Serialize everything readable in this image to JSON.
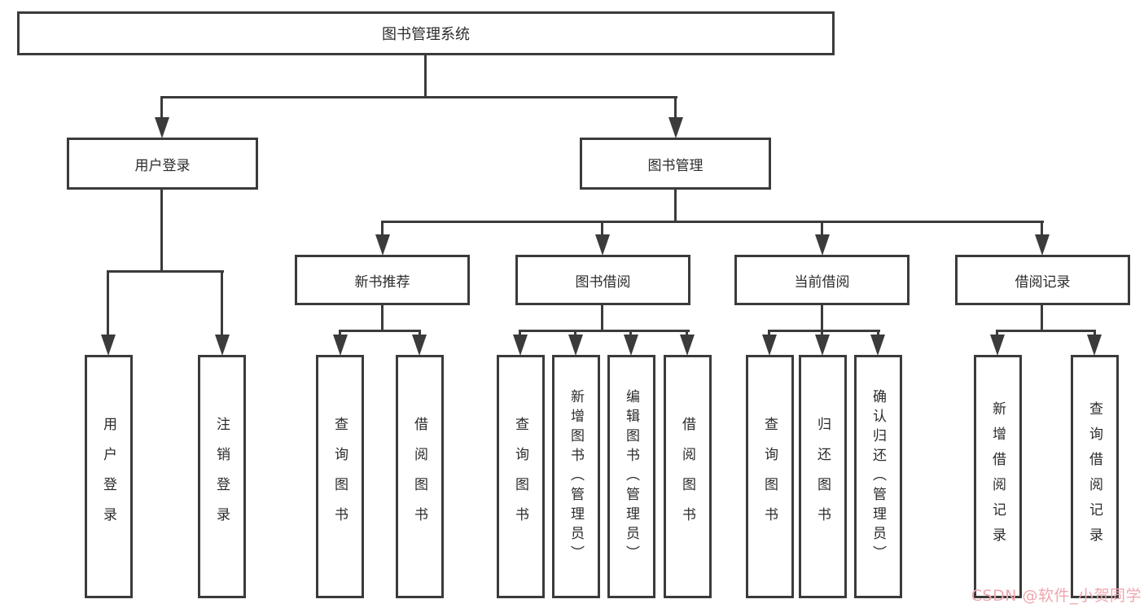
{
  "title": "图书管理系统",
  "watermark": "CSDN @软件_小贺同学",
  "colors": {
    "line": "#3b3b3b",
    "box_border": "#3b3b3b",
    "text": "#2b2b2b",
    "background": "#ffffff",
    "watermark": "#f0a6ad"
  },
  "tree": {
    "root": {
      "label": "图书管理系统",
      "children": [
        {
          "label": "用户登录",
          "children": [
            {
              "label": "用户登录"
            },
            {
              "label": "注销登录"
            }
          ]
        },
        {
          "label": "图书管理",
          "children": [
            {
              "label": "新书推荐",
              "children": [
                {
                  "label": "查询图书"
                },
                {
                  "label": "借阅图书"
                }
              ]
            },
            {
              "label": "图书借阅",
              "children": [
                {
                  "label": "查询图书"
                },
                {
                  "label": "新增图书（管理员）"
                },
                {
                  "label": "编辑图书（管理员）"
                },
                {
                  "label": "借阅图书"
                }
              ]
            },
            {
              "label": "当前借阅",
              "children": [
                {
                  "label": "查询图书"
                },
                {
                  "label": "归还图书"
                },
                {
                  "label": "确认归还（管理员）"
                }
              ]
            },
            {
              "label": "借阅记录",
              "children": [
                {
                  "label": "新增借阅记录"
                },
                {
                  "label": "查询借阅记录"
                }
              ]
            }
          ]
        }
      ]
    }
  }
}
